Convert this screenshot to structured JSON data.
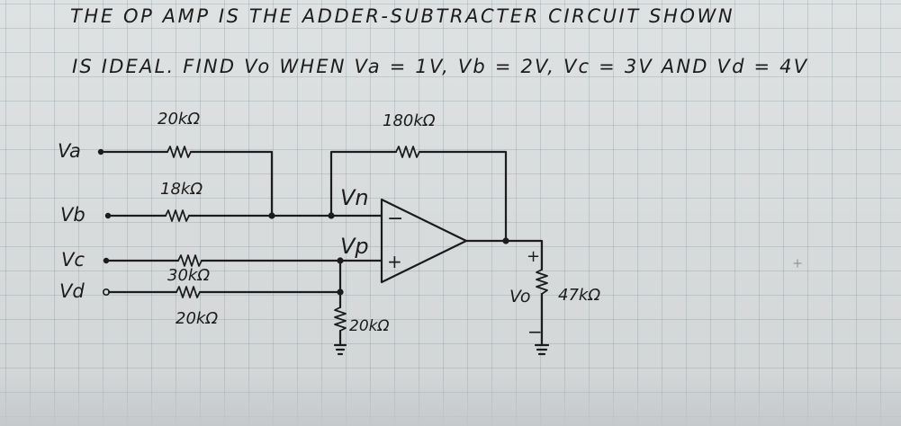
{
  "problem": {
    "line1": "THE OP AMP IS THE ADDER-SUBTRACTER CIRCUIT SHOWN",
    "line2": "IS IDEAL. FIND Vo WHEN Va = 1V, Vb = 2V, Vc = 3V AND Vd = 4V"
  },
  "inputs": {
    "va": "Va",
    "vb": "Vb",
    "vc": "Vc",
    "vd": "Vd"
  },
  "resistors": {
    "ra": "20kΩ",
    "rb": "18kΩ",
    "rc": "30kΩ",
    "rd": "20kΩ",
    "rf": "180kΩ",
    "rg": "20kΩ",
    "rl": "47kΩ"
  },
  "opamp": {
    "inverting_node": "Vn",
    "noninverting_node": "Vp",
    "minus_sign": "−",
    "plus_sign": "+"
  },
  "output": {
    "label": "Vo",
    "plus": "+",
    "minus": "−"
  },
  "icons": {
    "ground": "ground-icon",
    "resistor": "resistor-icon"
  },
  "colors": {
    "ink": "#1c1c1c",
    "paper": "#dfe2e3"
  }
}
